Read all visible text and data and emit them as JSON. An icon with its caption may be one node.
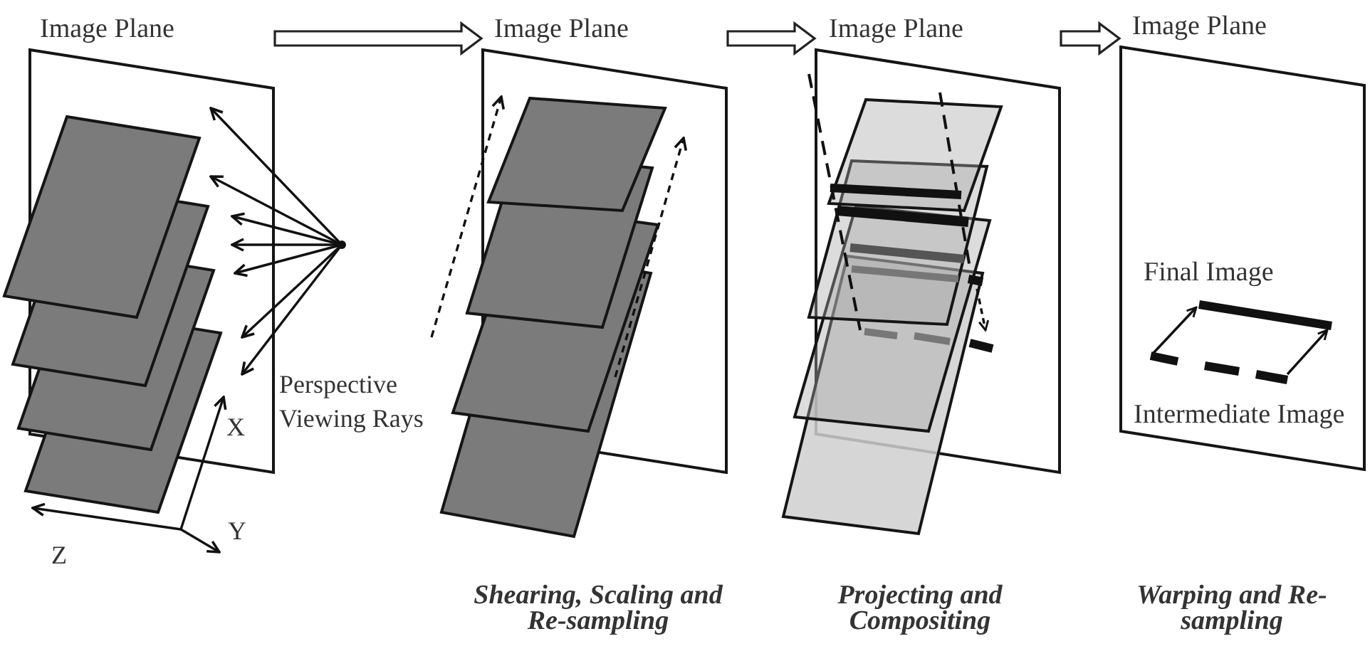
{
  "diagram": {
    "nodes": [
      {
        "text": [
          "Image Plane"
        ]
      },
      {
        "text": [
          "Image Plane"
        ]
      },
      {
        "text": [
          "Image Plane"
        ]
      },
      {
        "text": [
          "Image Plane",
          "Final Image",
          "Intermediate Image"
        ]
      }
    ],
    "edges": [
      {
        "from": 0,
        "to": 1,
        "arrow": "to"
      },
      {
        "from": 1,
        "to": 2,
        "arrow": "to"
      },
      {
        "from": 2,
        "to": 3,
        "arrow": "to"
      }
    ],
    "labels": [
      "Perspective Viewing Rays",
      "X",
      "Y",
      "Z",
      "Shearing, Scaling and Re-sampling",
      "Projecting and Compositing",
      "Warping and Re-sampling"
    ]
  }
}
